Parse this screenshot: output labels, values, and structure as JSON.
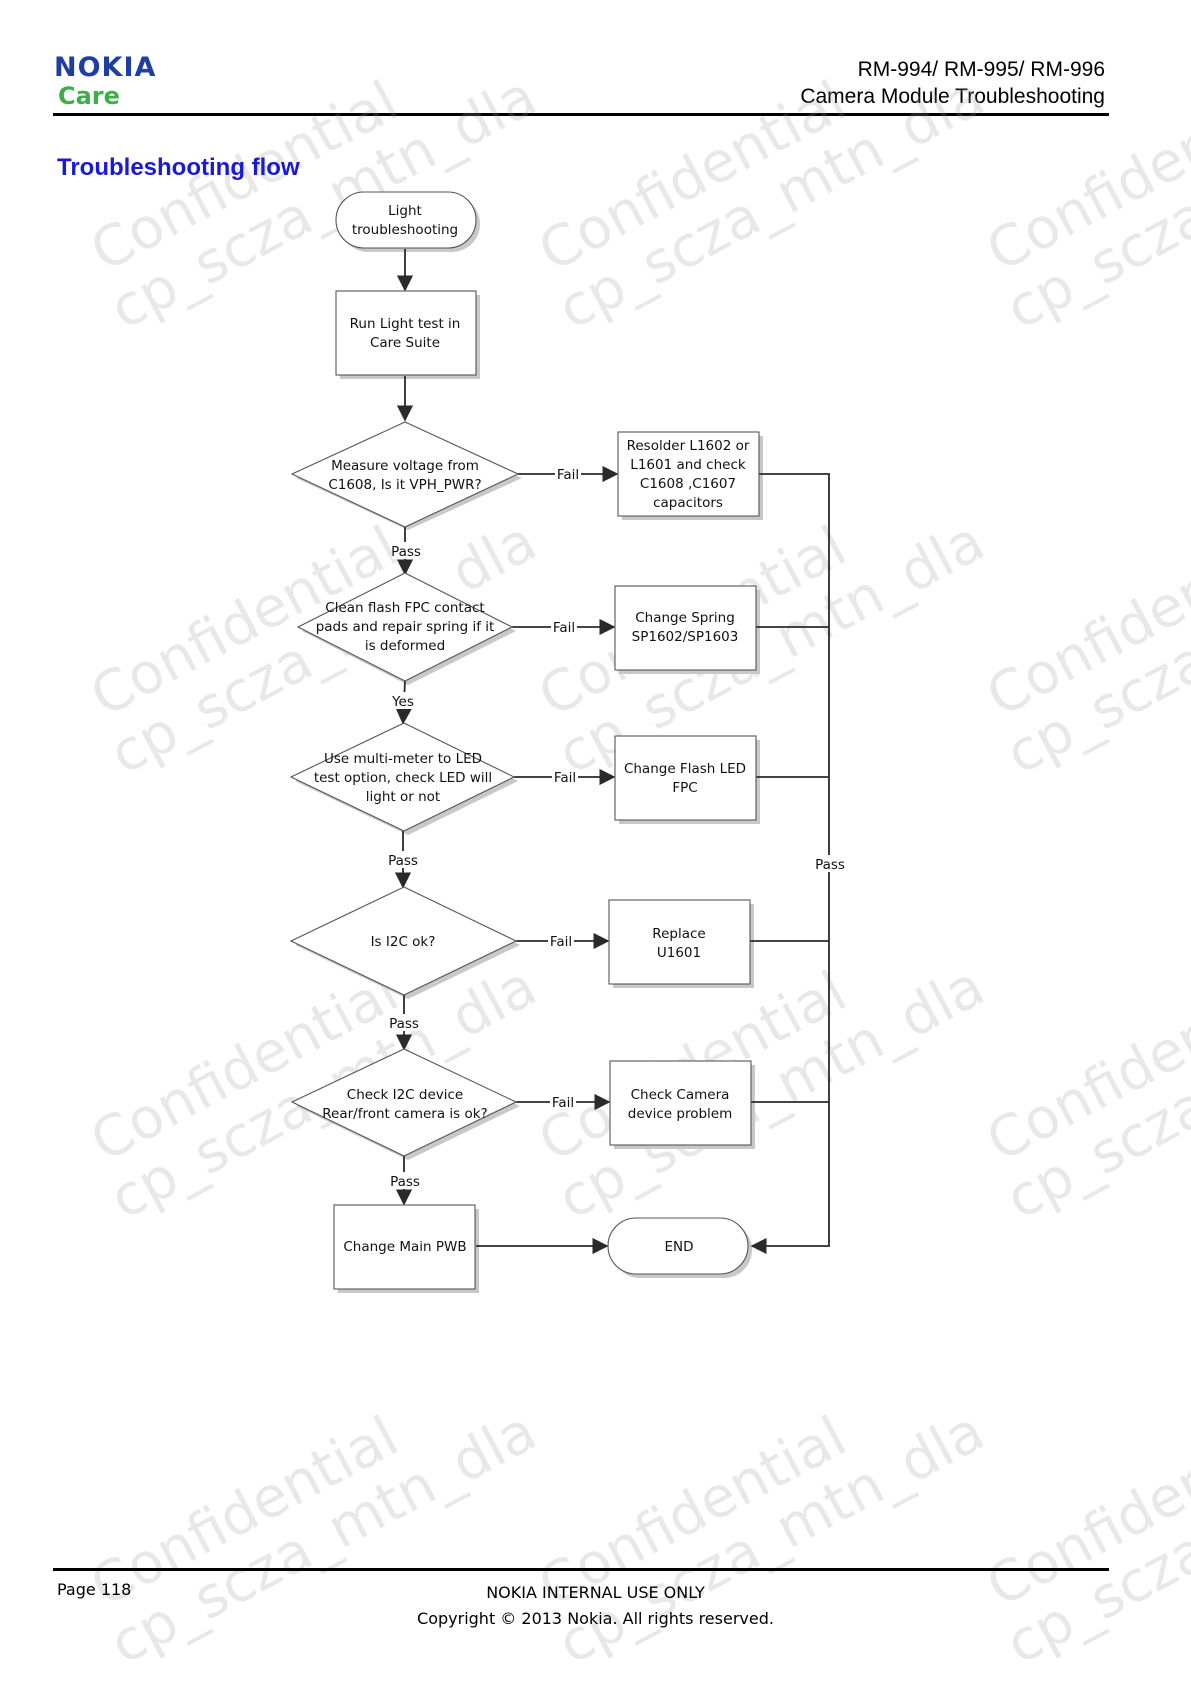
{
  "header": {
    "logo_brand": "NOKIA",
    "logo_sub": "Care",
    "model_line": "RM-994/ RM-995/ RM-996",
    "doc_title": "Camera Module Troubleshooting"
  },
  "section_title": "Troubleshooting flow",
  "watermark": {
    "line1": "Confidential",
    "line2": "cp_scza_mtn_dla"
  },
  "flow": {
    "start": [
      "Light",
      "troubleshooting"
    ],
    "step_run": [
      "Run Light test in",
      "Care Suite"
    ],
    "d1": [
      "Measure voltage from",
      "C1608, Is it VPH_PWR?"
    ],
    "r1": [
      "Resolder L1602 or",
      "L1601 and check",
      "C1608 ,C1607",
      "capacitors"
    ],
    "d2": [
      "Clean flash FPC contact",
      "pads and repair spring if it",
      "is deformed"
    ],
    "r2": [
      "Change Spring",
      "SP1602/SP1603"
    ],
    "d3": [
      "Use multi-meter to LED",
      "test option, check LED will",
      "light or not"
    ],
    "r3": [
      "Change Flash LED",
      "FPC"
    ],
    "d4": [
      "Is I2C ok?"
    ],
    "r4": [
      "Replace",
      "U1601"
    ],
    "d5": [
      "Check I2C device",
      "Rear/front camera   is ok?"
    ],
    "r5": [
      "Check Camera",
      "device problem"
    ],
    "step_main": [
      "Change Main PWB"
    ],
    "end": [
      "END"
    ],
    "labels": {
      "fail": "Fail",
      "pass": "Pass",
      "yes": "Yes"
    }
  },
  "footer": {
    "page": "Page 118",
    "classification": "NOKIA INTERNAL USE ONLY",
    "copyright": "Copyright © 2013 Nokia. All rights reserved."
  }
}
